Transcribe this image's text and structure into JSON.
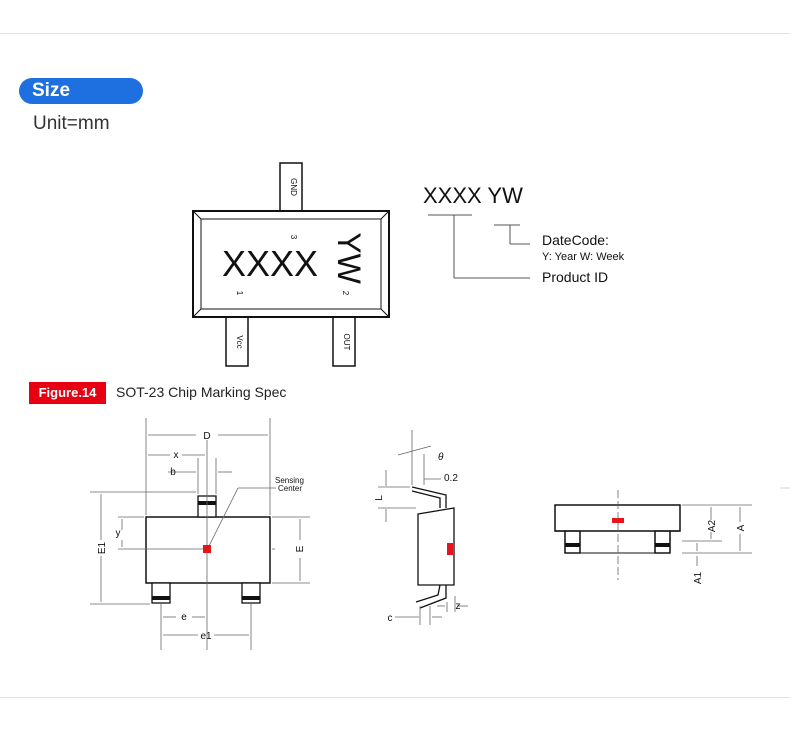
{
  "section": {
    "title": "Size",
    "unit": "Unit=mm"
  },
  "marking": {
    "pins": {
      "gnd": "GND",
      "vcc": "Vcc",
      "out": "OUT"
    },
    "pin_numbers": {
      "p1": "1",
      "p2": "2",
      "p3": "3"
    },
    "body_code": "XXXX",
    "body_datecode": "YW",
    "legend_code": "XXXX YW",
    "datecode_label": "DateCode:",
    "datecode_detail": "Y: Year W: Week",
    "product_id_label": "Product ID"
  },
  "figure": {
    "badge": "Figure.14",
    "caption": "SOT-23 Chip Marking Spec"
  },
  "dimensions": {
    "d": "D",
    "x": "x",
    "b": "b",
    "y": "y",
    "e1_vertical": "E1",
    "e": "E",
    "pitch_e": "e",
    "pitch_e1": "e1",
    "sensing": [
      "Sensing",
      "Center"
    ],
    "theta": "θ",
    "lead": "0.2",
    "l": "L",
    "c": "c",
    "z": "z",
    "a": "A",
    "a1": "A1",
    "a2": "A2"
  },
  "colors": {
    "accent_blue": "#1e6fe0",
    "badge_red": "#e60012",
    "marker_red": "#e8141c"
  }
}
